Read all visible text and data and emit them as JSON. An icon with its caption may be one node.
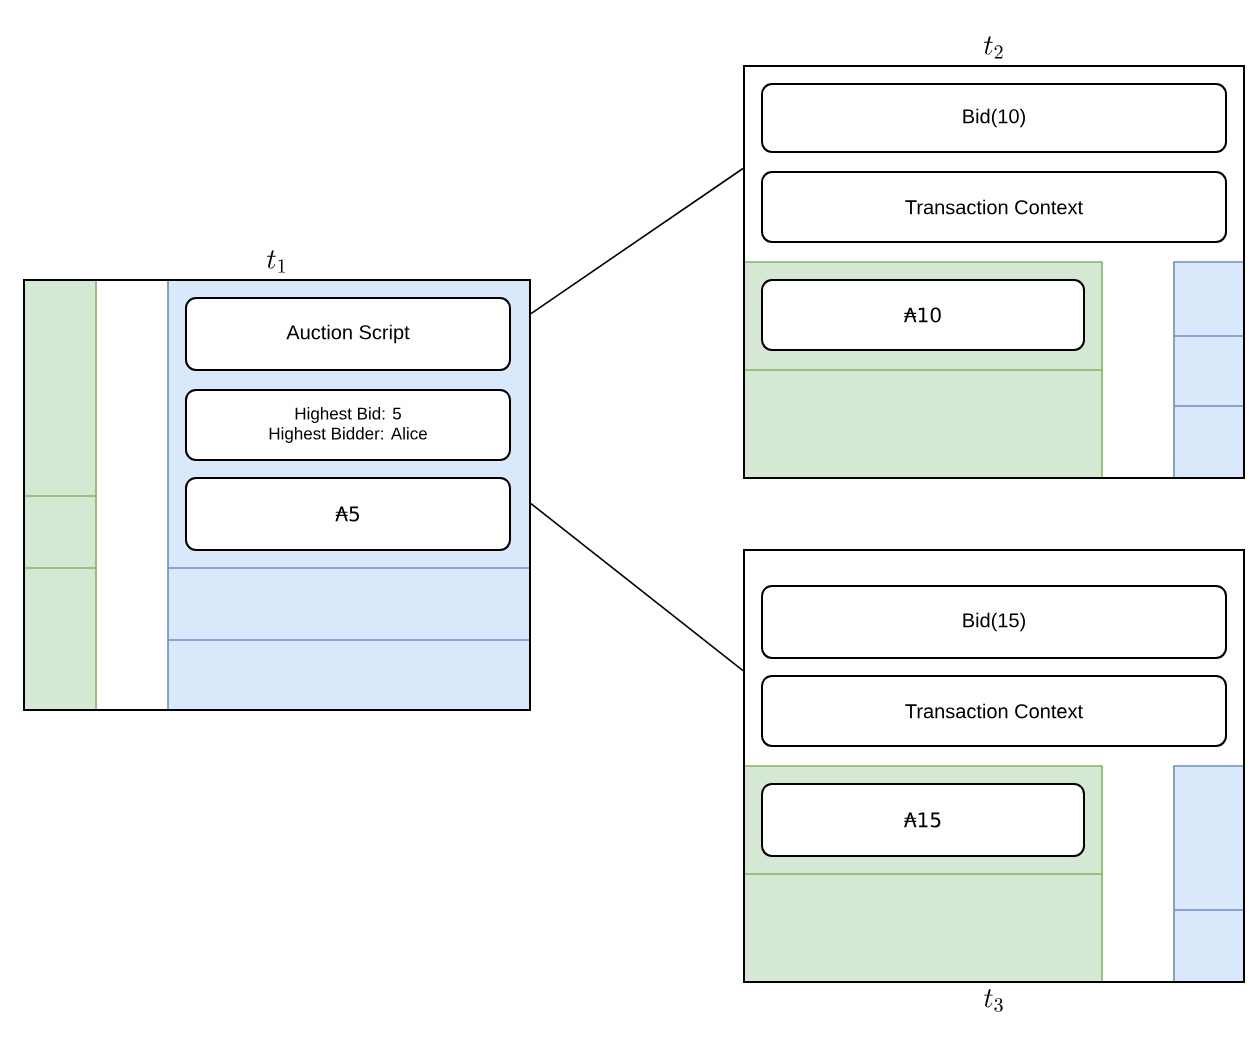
{
  "diagram": {
    "nodes": [
      {
        "text": [
          "t_1"
        ]
      },
      {
        "text": [
          "Auction Script"
        ],
        "in": 0
      },
      {
        "text": [
          "Highest Bid: 5",
          "Highest Bidder: Alice"
        ],
        "in": 0
      },
      {
        "text": [
          "₳5"
        ],
        "in": 0
      },
      {
        "text": [
          "t_2"
        ]
      },
      {
        "text": [
          "Bid(10)"
        ],
        "in": 4
      },
      {
        "text": [
          "Transaction Context"
        ],
        "in": 4
      },
      {
        "text": [
          "₳10"
        ],
        "in": 4
      },
      {
        "text": [
          "t_3"
        ]
      },
      {
        "text": [
          "Bid(15)"
        ],
        "in": 8
      },
      {
        "text": [
          "Transaction Context"
        ],
        "in": 8
      },
      {
        "text": [
          "₳15"
        ],
        "in": 8
      }
    ],
    "edges": [
      {
        "from": 0,
        "to": 4,
        "arrow": "none"
      },
      {
        "from": 0,
        "to": 8,
        "arrow": "none"
      }
    ]
  }
}
